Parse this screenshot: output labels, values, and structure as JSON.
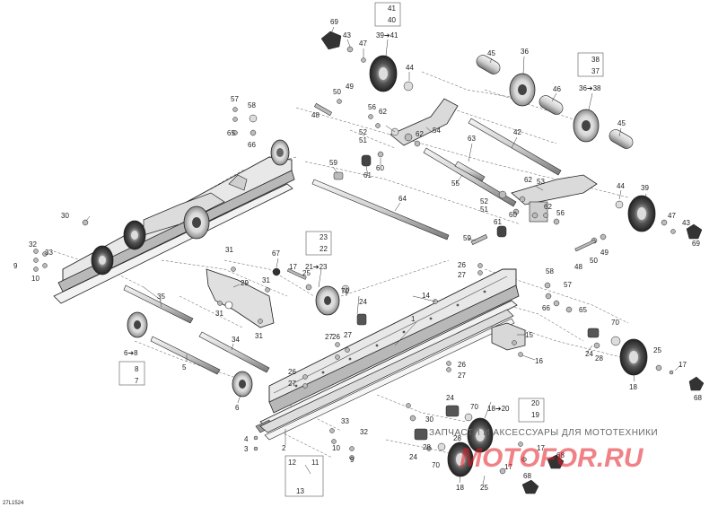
{
  "labels": {
    "l69": "69",
    "l43a": "43",
    "l47a": "47",
    "l41": "41",
    "l40": "40",
    "l39_41": "39➔41",
    "l45a": "45",
    "l36": "36",
    "l38": "38",
    "l37": "37",
    "l36_38": "36➔38",
    "l46": "46",
    "l44a": "44",
    "l57a": "57",
    "l58a": "58",
    "l65a": "65",
    "l66a": "66",
    "l50a": "50",
    "l49a": "49",
    "l48a": "48",
    "l56a": "56",
    "l62a": "62",
    "l52a": "52",
    "l51a": "51",
    "l54": "54",
    "l62b": "62",
    "l63": "63",
    "l42": "42",
    "l45b": "45",
    "l59a": "59",
    "l60a": "60",
    "l61a": "61",
    "l55": "55",
    "l53": "53",
    "l44b": "44",
    "l39": "39",
    "l62c": "62",
    "l52b": "52",
    "l51b": "51",
    "l60b": "60",
    "l61b": "61",
    "l56b": "56",
    "l64": "64",
    "l30a": "30",
    "l32": "32",
    "l33a": "33",
    "l9a": "9",
    "l10a": "10",
    "l31a": "31",
    "l31b": "31",
    "l31c": "31",
    "l31d": "31",
    "l67": "67",
    "l23": "23",
    "l22": "22",
    "l21_23": "21➔23",
    "l17a": "17",
    "l25a": "25",
    "l70a": "70",
    "l29": "29",
    "l35": "35",
    "l24a": "24",
    "l14": "14",
    "l1": "1",
    "l6_8": "6➔8",
    "l8": "8",
    "l7": "7",
    "l5": "5",
    "l34": "34",
    "l27a": "27",
    "l26a": "26",
    "l27b": "27",
    "l26b": "26",
    "l26c": "26",
    "l27c": "27",
    "l26d": "26",
    "l6": "6",
    "l59b": "59",
    "l26e": "26",
    "l27d": "27",
    "l58b": "58",
    "l57b": "57",
    "l66b": "66",
    "l65b": "65",
    "l70b": "70",
    "l15": "15",
    "l16": "16",
    "l24b": "24",
    "l28a": "28",
    "l25b": "25",
    "l17b": "17",
    "l18a": "18",
    "l68a": "68",
    "l47b": "47",
    "l43b": "43",
    "l69b": "69",
    "l48b": "48",
    "l50b": "50",
    "l49b": "49",
    "l24c": "24",
    "l70c": "70",
    "l18_20": "18➔20",
    "l20": "20",
    "l19": "19",
    "l30b": "30",
    "l2": "2",
    "l33b": "33",
    "l10b": "10",
    "l32b": "32",
    "l9b": "9",
    "l4": "4",
    "l3": "3",
    "l12": "12",
    "l11": "11",
    "l13": "13",
    "l28b": "28",
    "l24d": "24",
    "l70d": "70",
    "l18b": "18",
    "l25c": "25",
    "l17c": "17",
    "l68b": "68",
    "l28c": "28"
  },
  "footer": {
    "code": "27L1524"
  },
  "watermark": {
    "text": "ЗАПЧАСТИ И АКСЕССУАРЫ ДЛЯ МОТОТЕХНИКИ",
    "logo": "MOTOFOR.RU"
  },
  "colors": {
    "ink": "#222222",
    "watermark_red": "#e41c24"
  }
}
